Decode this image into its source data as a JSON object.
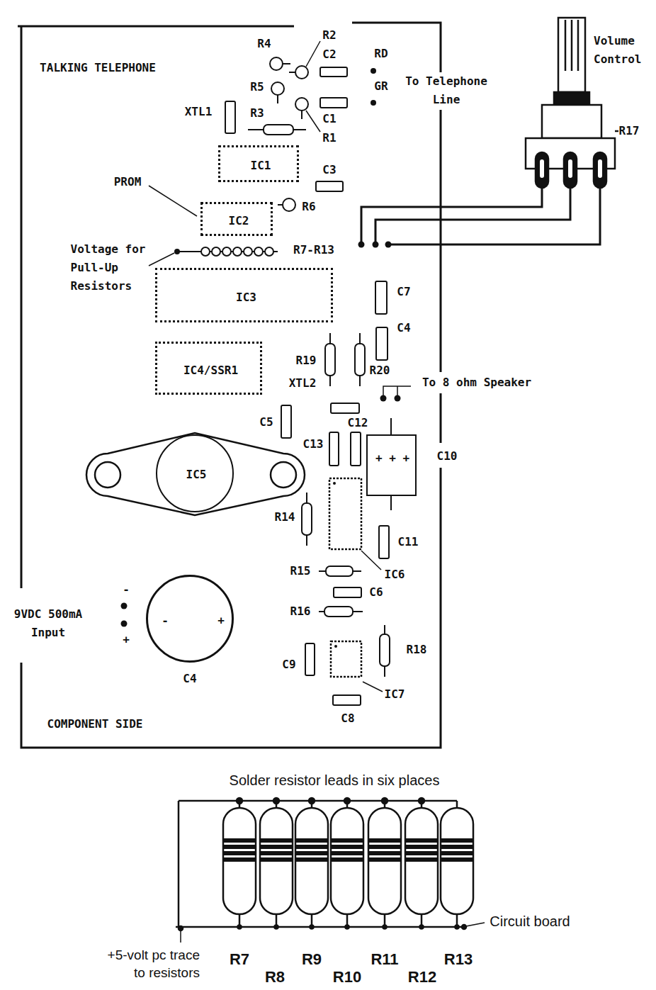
{
  "diagram": {
    "nodes": [
      {
        "text": [
          "TALKING TELEPHONE",
          "COMPONENT SIDE"
        ]
      },
      {
        "text": [
          "IC1"
        ],
        "in": 0
      },
      {
        "text": [
          "IC2"
        ],
        "in": 0
      },
      {
        "text": [
          "IC3"
        ],
        "in": 0
      },
      {
        "text": [
          "IC4/SSR1"
        ],
        "in": 0
      },
      {
        "text": [
          "IC5"
        ],
        "in": 0
      },
      {
        "text": [
          "-",
          "+",
          "C4"
        ],
        "in": 0
      },
      {
        "text": [
          "+ + +",
          "C10"
        ],
        "in": 0
      }
    ],
    "labels": [
      "R4",
      "R2",
      "C2",
      "RD",
      "R5",
      "GR",
      "To Telephone Line",
      "XTL1",
      "R3",
      "C1",
      "R1",
      "C3",
      "PROM",
      "R6",
      "Voltage for Pull-Up Resistors",
      "R7-R13",
      "Volume Control",
      "R17",
      "C7",
      "C4",
      "R19",
      "R20",
      "XTL2",
      "To 8 ohm Speaker",
      "C5",
      "C12",
      "C13",
      "R14",
      "C11",
      "IC6",
      "R15",
      "C6",
      "R16",
      "-",
      "9VDC 500mA Input",
      "+",
      "R18",
      "C9",
      "IC7",
      "C8",
      "Solder resistor leads in six places",
      "Circuit board",
      "+5-volt pc trace to resistors",
      "R7",
      "R8",
      "R9",
      "R10",
      "R11",
      "R12",
      "R13"
    ]
  }
}
